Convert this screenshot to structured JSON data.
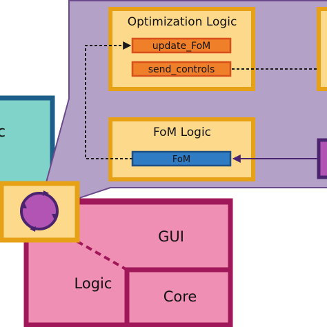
{
  "optimization_logic": {
    "title": "Optimization Logic",
    "update_label": "update_FoM",
    "send_label": "send_controls"
  },
  "fom_logic": {
    "title": "FoM Logic",
    "fom_label": "FoM"
  },
  "partial_left_label": "c",
  "gui_label": "GUI",
  "logic_label": "Logic",
  "core_label": "Core",
  "colors": {
    "purple_panel": "#b3a1c8",
    "purple_border": "#6b4a8b",
    "orange_border": "#e6a117",
    "orange_fill": "#fcd98b",
    "function_fill": "#f07f2a",
    "function_border": "#d94f1a",
    "fom_fill": "#2f7bc4",
    "teal_fill": "#7fd3c8",
    "teal_border": "#1d5f8a",
    "pink_fill": "#f08fb4",
    "pink_border": "#a0185a",
    "icon_fill": "#b254b4",
    "icon_border": "#4b2470",
    "arrow_color": "#1a1a1a"
  },
  "icons": {
    "cycle": "circular-arrows-icon"
  }
}
